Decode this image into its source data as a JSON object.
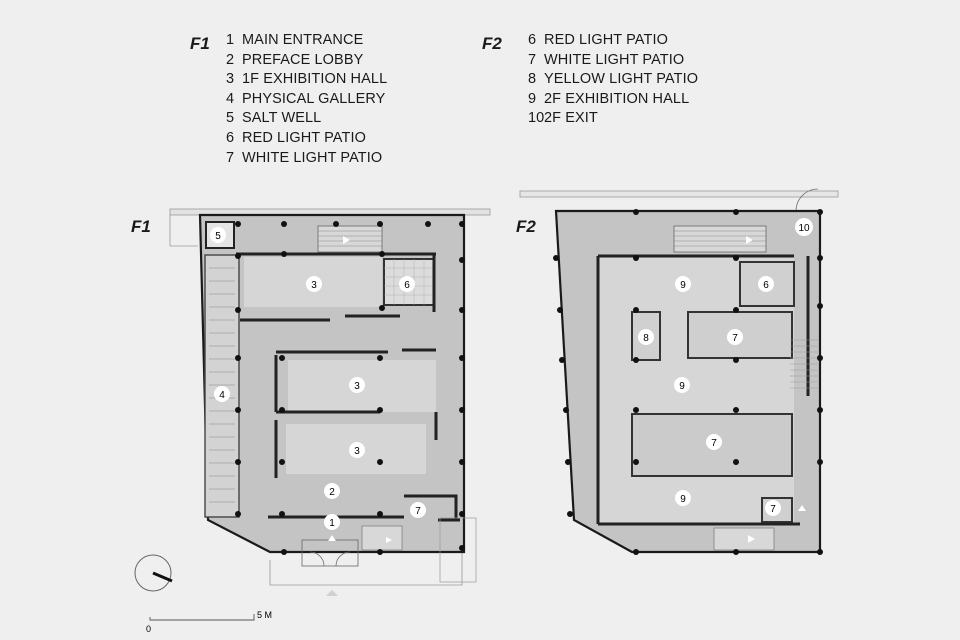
{
  "legend_f1": {
    "tag": "F1",
    "items": [
      {
        "num": "1",
        "label": "MAIN ENTRANCE"
      },
      {
        "num": "2",
        "label": "PREFACE LOBBY"
      },
      {
        "num": "3",
        "label": "1F EXHIBITION HALL"
      },
      {
        "num": "4",
        "label": "PHYSICAL GALLERY"
      },
      {
        "num": "5",
        "label": "SALT WELL"
      },
      {
        "num": "6",
        "label": "RED LIGHT PATIO"
      },
      {
        "num": "7",
        "label": "WHITE LIGHT PATIO"
      }
    ]
  },
  "legend_f2": {
    "tag": "F2",
    "items": [
      {
        "num": "6",
        "label": "RED LIGHT PATIO"
      },
      {
        "num": "7",
        "label": "WHITE LIGHT PATIO"
      },
      {
        "num": "8",
        "label": "YELLOW LIGHT PATIO"
      },
      {
        "num": "9",
        "label": "2F EXHIBITION HALL"
      },
      {
        "num": "10",
        "label": "2F EXIT"
      }
    ]
  },
  "plan_f1": {
    "tag": "F1",
    "markers": [
      "5",
      "3",
      "6",
      "3",
      "4",
      "3",
      "2",
      "1",
      "7"
    ]
  },
  "plan_f2": {
    "tag": "F2",
    "markers": [
      "10",
      "9",
      "6",
      "8",
      "7",
      "9",
      "7",
      "9",
      "7"
    ]
  },
  "scale_bar": {
    "zero_label": "0",
    "end_label": "5 M"
  },
  "colors": {
    "background": "#efefef",
    "floor": "#c4c4c4",
    "room": "#d6d6d6",
    "wall": "#1a1a1a",
    "marker_fill": "#ffffff"
  }
}
